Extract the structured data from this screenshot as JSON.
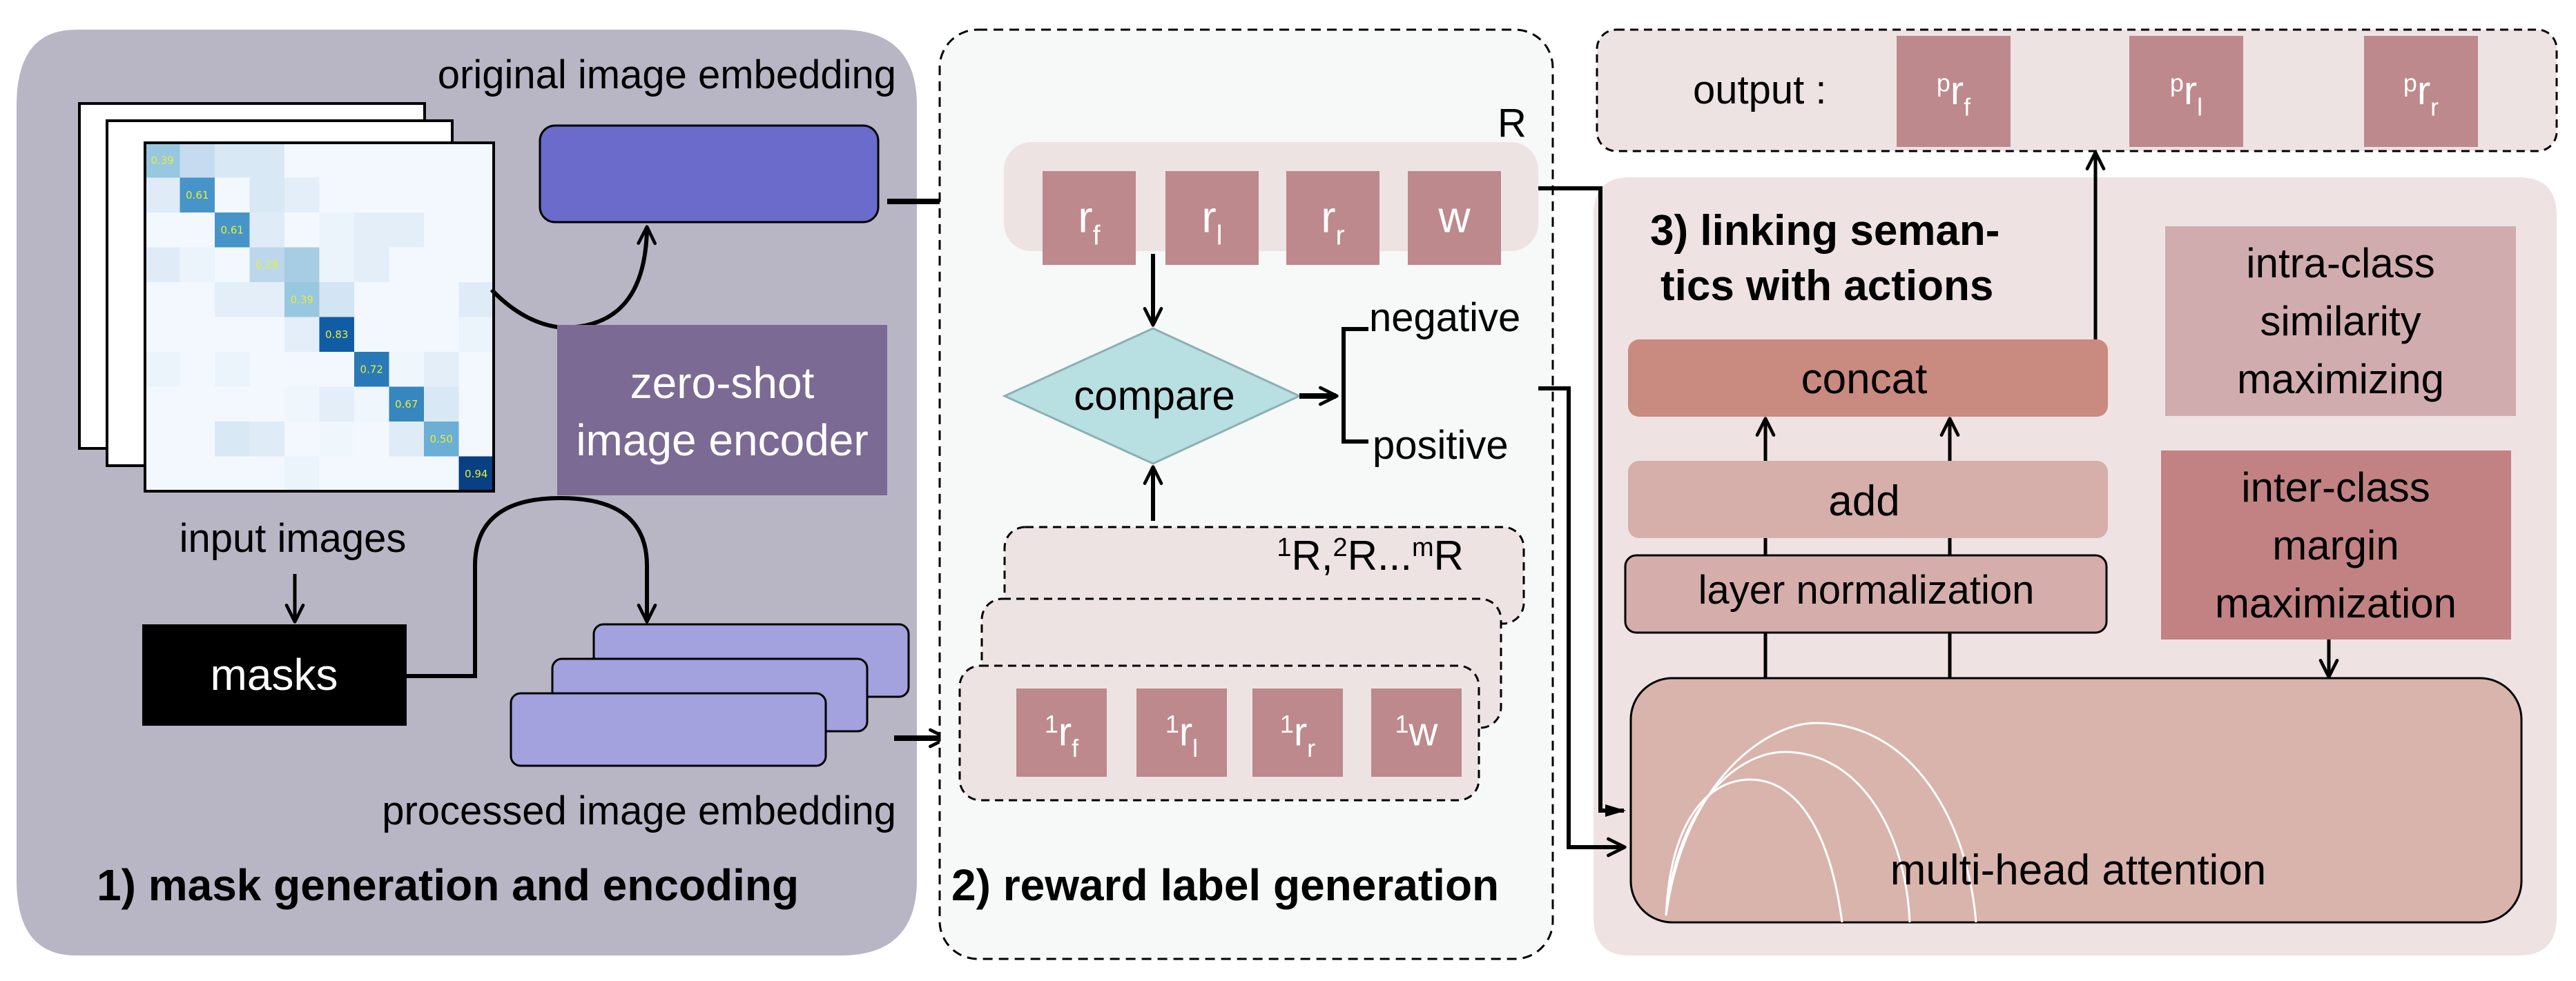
{
  "section1": {
    "title": "1) mask generation and encoding",
    "original_embedding_label": "original image embedding",
    "encoder_label_line1": "zero-shot",
    "encoder_label_line2": "image encoder",
    "input_images_label": "input images",
    "masks_label": "masks",
    "processed_embedding_label": "processed image embedding",
    "colors": {
      "background": "#b8b6c4",
      "original_embedding": "#6b6bcb",
      "processed_embedding": "#a3a1de",
      "encoder": "#7b6a93",
      "masks": "#000000"
    },
    "confusion_matrix": {
      "size": 10,
      "diagonal": [
        0.39,
        0.61,
        0.61,
        0.28,
        0.39,
        0.83,
        0.72,
        0.67,
        0.5,
        0.94
      ],
      "cells": [
        [
          0.39,
          0.25,
          0.15,
          0.15,
          0.02,
          0.02,
          0.02,
          0.02,
          0.02,
          0.02
        ],
        [
          0.12,
          0.61,
          0.02,
          0.15,
          0.1,
          0.02,
          0.02,
          0.02,
          0.02,
          0.02
        ],
        [
          0.02,
          0.02,
          0.61,
          0.12,
          0.02,
          0.06,
          0.1,
          0.1,
          0.02,
          0.02
        ],
        [
          0.12,
          0.06,
          0.02,
          0.28,
          0.35,
          0.06,
          0.1,
          0.02,
          0.02,
          0.02
        ],
        [
          0.02,
          0.02,
          0.1,
          0.1,
          0.39,
          0.18,
          0.02,
          0.02,
          0.02,
          0.12
        ],
        [
          0.02,
          0.02,
          0.02,
          0.02,
          0.1,
          0.83,
          0.02,
          0.02,
          0.02,
          0.06
        ],
        [
          0.06,
          0.02,
          0.06,
          0.02,
          0.02,
          0.02,
          0.72,
          0.04,
          0.1,
          0.02
        ],
        [
          0.02,
          0.02,
          0.02,
          0.02,
          0.04,
          0.1,
          0.04,
          0.67,
          0.15,
          0.02
        ],
        [
          0.02,
          0.02,
          0.15,
          0.12,
          0.02,
          0.04,
          0.02,
          0.12,
          0.5,
          0.02
        ],
        [
          0.02,
          0.02,
          0.02,
          0.02,
          0.06,
          0.02,
          0.02,
          0.02,
          0.02,
          0.94
        ]
      ]
    }
  },
  "section2": {
    "title": "2) reward label generation",
    "reward_vector_label": "R",
    "reward_items": [
      {
        "base": "r",
        "sub": "f"
      },
      {
        "base": "r",
        "sub": "l"
      },
      {
        "base": "r",
        "sub": "r"
      },
      {
        "base": "w",
        "sub": ""
      }
    ],
    "compare_label": "compare",
    "negative_label": "negative",
    "positive_label": "positive",
    "stack_label": {
      "p1": "1",
      "t1": "R,",
      "p2": "2",
      "t2": "R...",
      "p3": "m",
      "t3": "R"
    },
    "sample_items": [
      {
        "pre": "1",
        "base": "r",
        "sub": "f"
      },
      {
        "pre": "1",
        "base": "r",
        "sub": "l"
      },
      {
        "pre": "1",
        "base": "r",
        "sub": "r"
      },
      {
        "pre": "1",
        "base": "w",
        "sub": ""
      }
    ],
    "colors": {
      "background": "#f7f8f8",
      "vector_bg": "#eee3e3",
      "item": "#bd898c",
      "diamond": "#b8dfe1",
      "diamond_stroke": "#8bb0b3"
    }
  },
  "output": {
    "label": "output :",
    "items": [
      {
        "pre": "p",
        "base": "r",
        "sub": "f"
      },
      {
        "pre": "p",
        "base": "r",
        "sub": "l"
      },
      {
        "pre": "p",
        "base": "r",
        "sub": "r"
      }
    ]
  },
  "section3": {
    "title_line1": "3) linking seman-",
    "title_line2": "tics with actions",
    "concat_label": "concat",
    "add_label": "add",
    "layer_norm_label": "layer normalization",
    "mha_label": "multi-head attention",
    "intra_class_lines": [
      "intra-class",
      "similarity",
      "maximizing"
    ],
    "inter_class_lines": [
      "inter-class",
      "margin",
      "maximization"
    ],
    "colors": {
      "background": "#eee3e2",
      "concat": "#c98a80",
      "add": "#d6aeaa",
      "layer_norm": "#d5aeab",
      "mha": "#d9b4ac",
      "intra": "#d1acaf",
      "inter": "#c28283"
    }
  }
}
